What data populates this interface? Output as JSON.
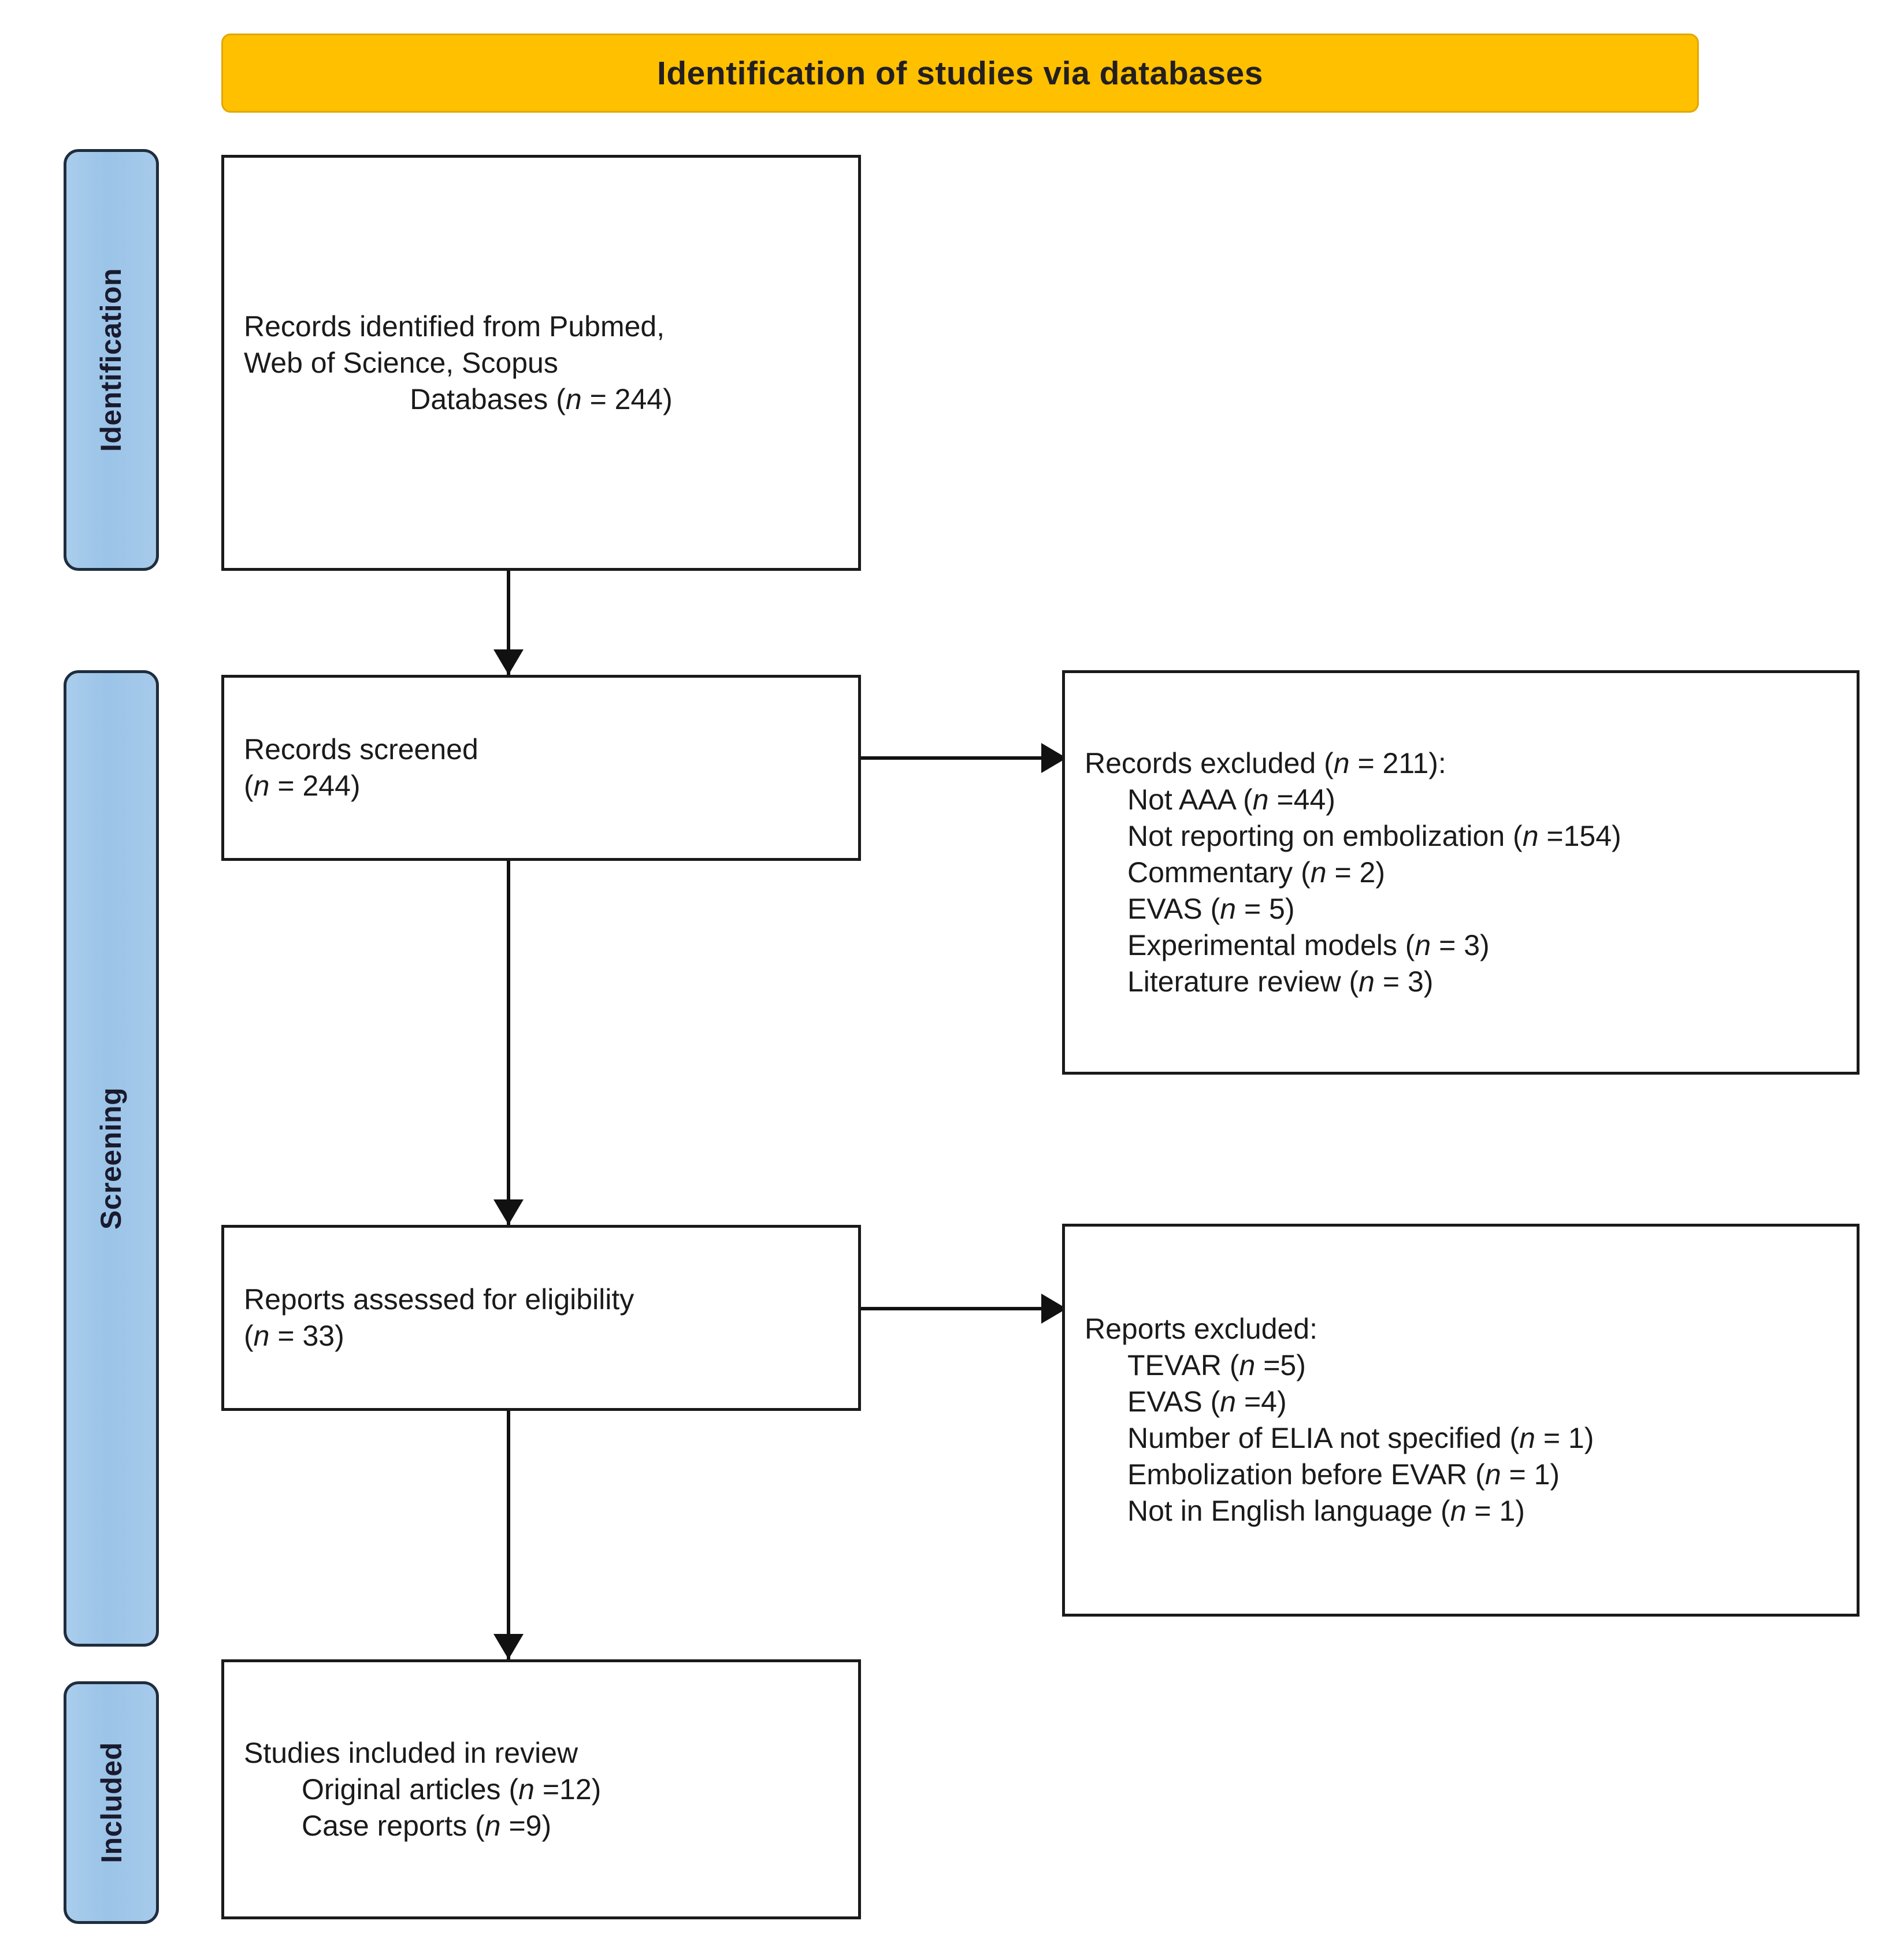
{
  "banner": {
    "title": "Identification of studies via databases",
    "bg_color": "#FFC000",
    "text_color": "#231F20"
  },
  "stages": [
    {
      "id": "identification",
      "label": "Identification"
    },
    {
      "id": "screening",
      "label": "Screening"
    },
    {
      "id": "included",
      "label": "Included"
    }
  ],
  "stage_pill_color": "#9BC4E8",
  "boxes": {
    "records_identified": {
      "lines": [
        "Records identified from Pubmed,",
        "Web of Science, Scopus",
        "Databases (n = 244)"
      ]
    },
    "records_screened": {
      "lines": [
        "Records screened",
        "(n = 244)"
      ]
    },
    "records_excluded": {
      "heading": "Records excluded (n = 211):",
      "items": [
        "Not AAA (n =44)",
        "Not reporting on embolization (n =154)",
        "Commentary (n = 2)",
        "EVAS  (n = 5)",
        "Experimental models (n = 3)",
        "Literature review (n = 3)"
      ]
    },
    "reports_assessed": {
      "lines": [
        "Reports assessed for eligibility",
        "(n = 33)"
      ]
    },
    "reports_excluded": {
      "heading": "Reports excluded:",
      "items": [
        "TEVAR (n =5)",
        "EVAS (n =4)",
        "Number of ELIA not specified (n = 1)",
        "Embolization before EVAR (n = 1)",
        "Not in English language (n = 1)"
      ]
    },
    "studies_included": {
      "heading": "Studies included in review",
      "items": [
        "Original articles  (n =12)",
        "Case reports (n =9)"
      ]
    }
  },
  "connectors": [
    {
      "id": "identified-to-screened",
      "type": "arrow-down"
    },
    {
      "id": "screened-to-excluded",
      "type": "arrow-right"
    },
    {
      "id": "screened-to-assessed",
      "type": "arrow-down"
    },
    {
      "id": "assessed-to-excluded",
      "type": "arrow-right"
    },
    {
      "id": "assessed-to-included",
      "type": "arrow-down"
    }
  ]
}
